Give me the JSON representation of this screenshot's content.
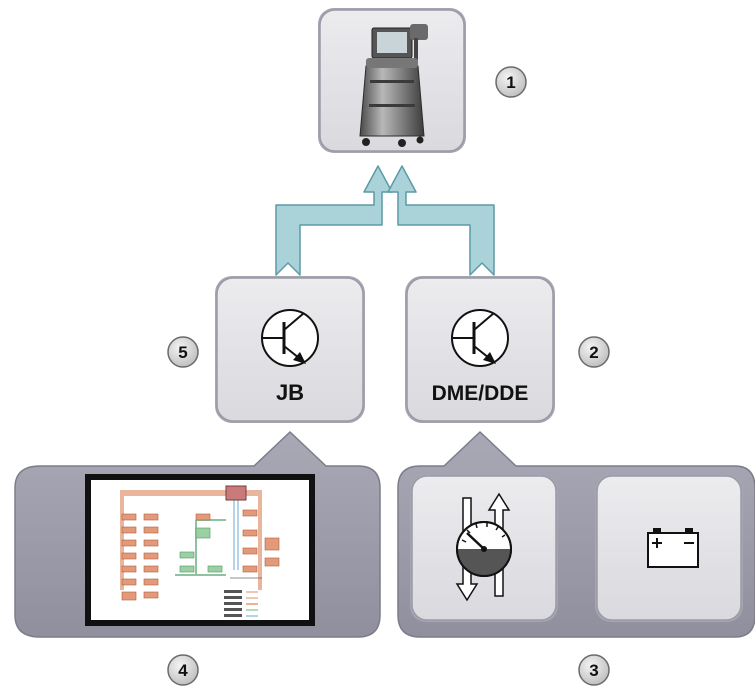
{
  "modules": {
    "left": {
      "label": "JB",
      "number": "5"
    },
    "right": {
      "label": "DME/DDE",
      "number": "2"
    }
  },
  "badges": {
    "tester": "1",
    "sensors_group": "3",
    "network_group": "4"
  },
  "icons": {
    "tester": "diagnostic-tester-icon",
    "transistor": "transistor-icon",
    "gauge": "pressure-gauge-icon",
    "battery": "battery-icon",
    "network": "bus-network-diagram-icon"
  },
  "colors": {
    "box_fill": "#e2e2e6",
    "group_fill": "#a0a0ae",
    "badge_fill": "#dcdcdc",
    "arrow_fill": "#a9d3d9",
    "arrow_stroke": "#5c9aa6"
  }
}
